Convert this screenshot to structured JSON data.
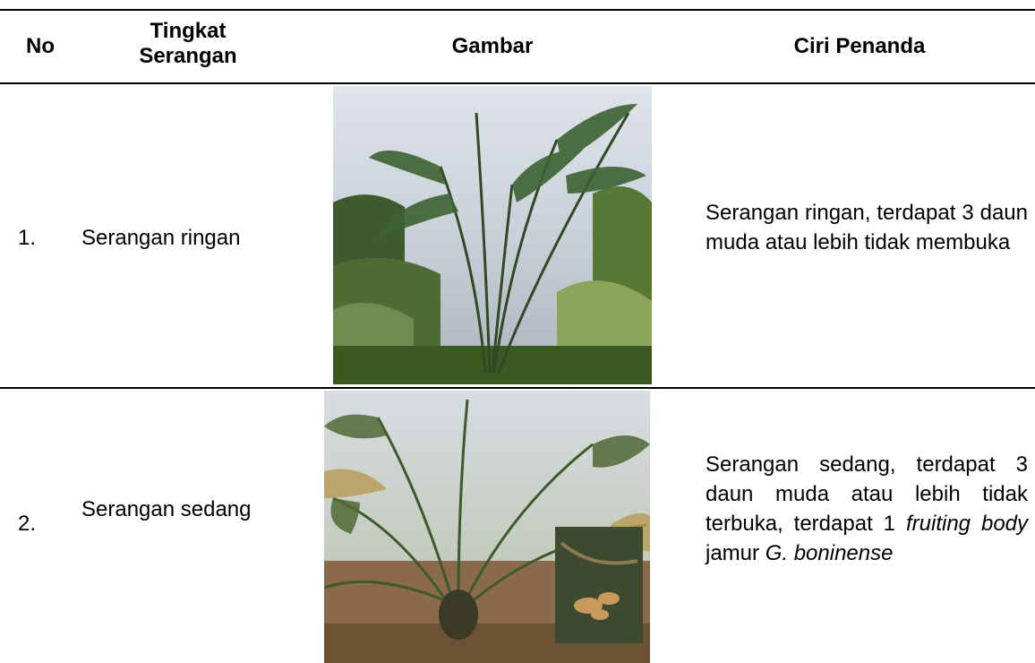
{
  "table": {
    "headers": {
      "no": "No",
      "tingkat": "Tingkat Serangan",
      "gambar": "Gambar",
      "ciri": "Ciri Penanda"
    },
    "rows": [
      {
        "no": "1.",
        "tingkat": "Serangan ringan",
        "ciri": "Serangan ringan, terdapat 3 daun muda atau lebih tidak membuka"
      },
      {
        "no": "2.",
        "tingkat": "Serangan sedang",
        "ciri_prefix": "Serangan sedang, terdapat 3 daun muda atau lebih tidak terbuka, terdapat 1",
        "ciri_italic_1": "fruiting body",
        "ciri_middle": "jamur",
        "ciri_italic_2": "G. boninense"
      }
    ]
  }
}
